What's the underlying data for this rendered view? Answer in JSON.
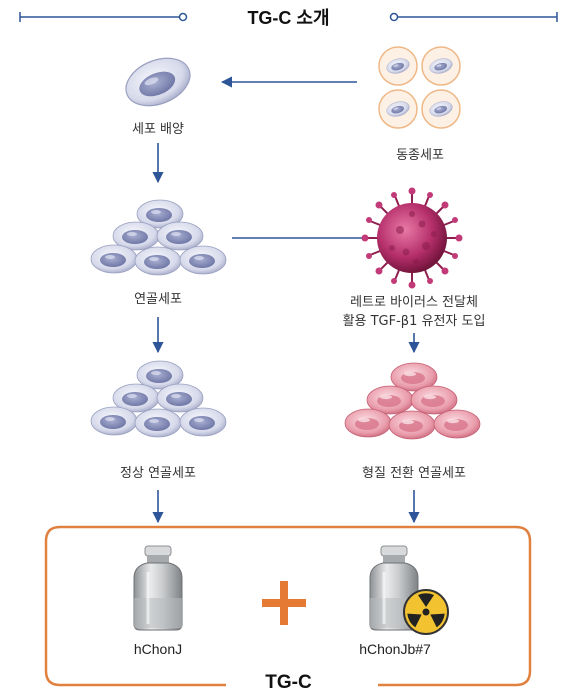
{
  "title": "TG-C 소개",
  "nodes": {
    "cell_culture": "세포 배양",
    "allogeneic_cells": "동종세포",
    "chondrocytes": "연골세포",
    "retrovirus_line1": "레트로 바이러스 전달체",
    "retrovirus_line2": "활용 TGF-β1 유전자 도입",
    "normal_chondrocytes": "정상 연골세포",
    "transformed_chondrocytes": "형질 전환 연골세포"
  },
  "products": {
    "left_vial": "hChonJ",
    "right_vial": "hChonJb#7",
    "combined": "TG-C"
  },
  "colors": {
    "line": "#2e5597",
    "frame": "#e0813f",
    "plus": "#e57a34",
    "cell": "#c9ccdf",
    "cell_pink": "#e59aa6",
    "virus": "#b2306a"
  }
}
